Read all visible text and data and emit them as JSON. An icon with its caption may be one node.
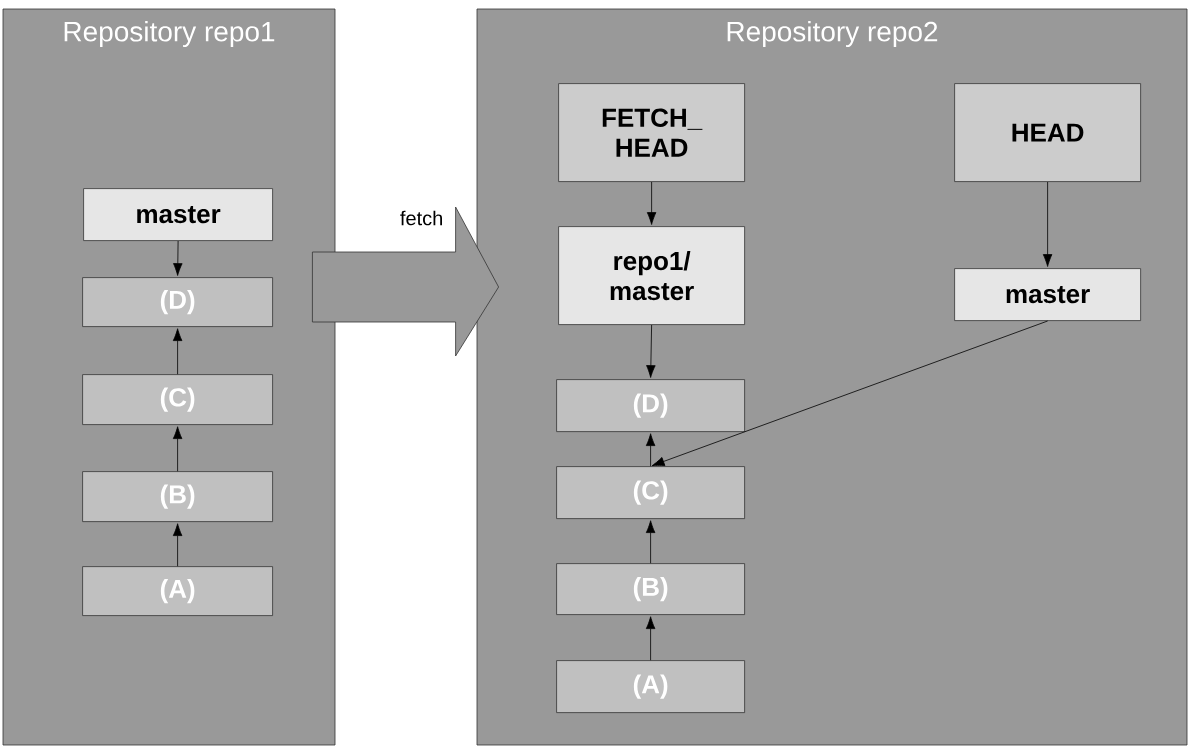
{
  "diagram": {
    "nodes": [
      {
        "text": [
          "Repository repo1"
        ]
      },
      {
        "text": [
          "master"
        ],
        "in": 0
      },
      {
        "text": [
          "(D)"
        ],
        "in": 0
      },
      {
        "text": [
          "(C)"
        ],
        "in": 0
      },
      {
        "text": [
          "(B)"
        ],
        "in": 0
      },
      {
        "text": [
          "(A)"
        ],
        "in": 0
      },
      {
        "text": [
          "Repository repo2"
        ]
      },
      {
        "text": [
          "FETCH_ HEAD"
        ],
        "in": 6
      },
      {
        "text": [
          "HEAD"
        ],
        "in": 6
      },
      {
        "text": [
          "repo1/ master"
        ],
        "in": 6
      },
      {
        "text": [
          "master"
        ],
        "in": 6
      },
      {
        "text": [
          "(D)"
        ],
        "in": 6
      },
      {
        "text": [
          "(C)"
        ],
        "in": 6
      },
      {
        "text": [
          "(B)"
        ],
        "in": 6
      },
      {
        "text": [
          "(A)"
        ],
        "in": 6
      }
    ],
    "edges": [
      {
        "from": 0,
        "to": 6,
        "arrow": "to",
        "label": "fetch",
        "style": "thick"
      },
      {
        "from": 1,
        "to": 2,
        "arrow": "to"
      },
      {
        "from": 3,
        "to": 2,
        "arrow": "to"
      },
      {
        "from": 4,
        "to": 3,
        "arrow": "to"
      },
      {
        "from": 5,
        "to": 4,
        "arrow": "to"
      },
      {
        "from": 7,
        "to": 9,
        "arrow": "to"
      },
      {
        "from": 9,
        "to": 11,
        "arrow": "to"
      },
      {
        "from": 8,
        "to": 10,
        "arrow": "to"
      },
      {
        "from": 10,
        "to": 12,
        "arrow": "to"
      },
      {
        "from": 12,
        "to": 11,
        "arrow": "to"
      },
      {
        "from": 13,
        "to": 12,
        "arrow": "to"
      },
      {
        "from": 14,
        "to": 13,
        "arrow": "to"
      }
    ]
  }
}
